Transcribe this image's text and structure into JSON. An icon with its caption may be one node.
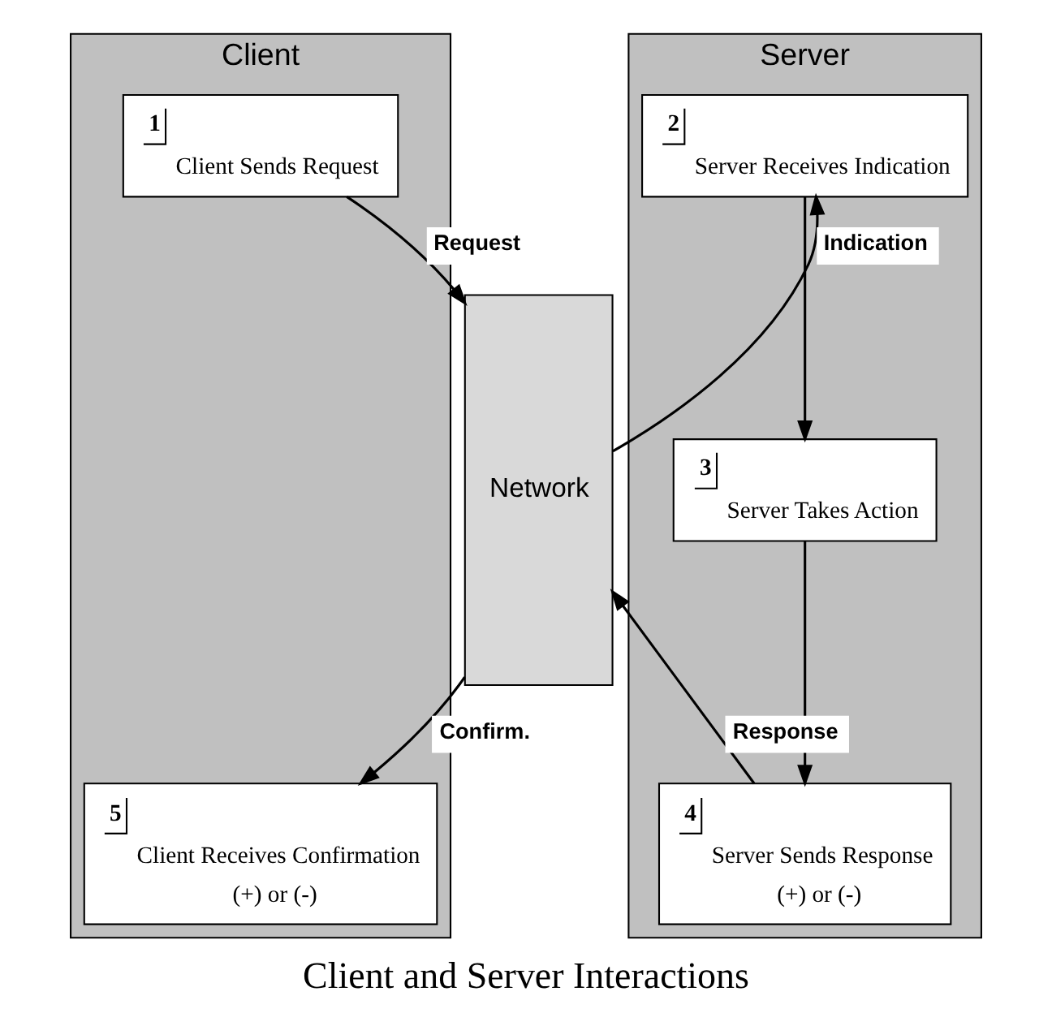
{
  "diagram": {
    "caption": "Client and Server Interactions",
    "nodes": [
      {
        "text": [
          "Client"
        ]
      },
      {
        "text": [
          "1",
          "Client Sends Request"
        ],
        "in": 0
      },
      {
        "text": [
          "5",
          "Client Receives Confirmation",
          "(+) or (-)"
        ],
        "in": 0
      },
      {
        "text": [
          "Network"
        ]
      },
      {
        "text": [
          "Server"
        ]
      },
      {
        "text": [
          "2",
          "Server Receives Indication"
        ],
        "in": 4
      },
      {
        "text": [
          "3",
          "Server Takes Action"
        ],
        "in": 4
      },
      {
        "text": [
          "4",
          "Server Sends Response",
          "(+) or (-)"
        ],
        "in": 4
      }
    ],
    "edges": [
      {
        "from": 1,
        "to": 3,
        "arrow": "to",
        "label": "Request"
      },
      {
        "from": 3,
        "to": 5,
        "arrow": "to",
        "label": "Indication"
      },
      {
        "from": 5,
        "to": 6,
        "arrow": "to"
      },
      {
        "from": 6,
        "to": 7,
        "arrow": "to"
      },
      {
        "from": 7,
        "to": 3,
        "arrow": "to",
        "label": "Response"
      },
      {
        "from": 3,
        "to": 2,
        "arrow": "to",
        "label": "Confirm."
      }
    ]
  }
}
